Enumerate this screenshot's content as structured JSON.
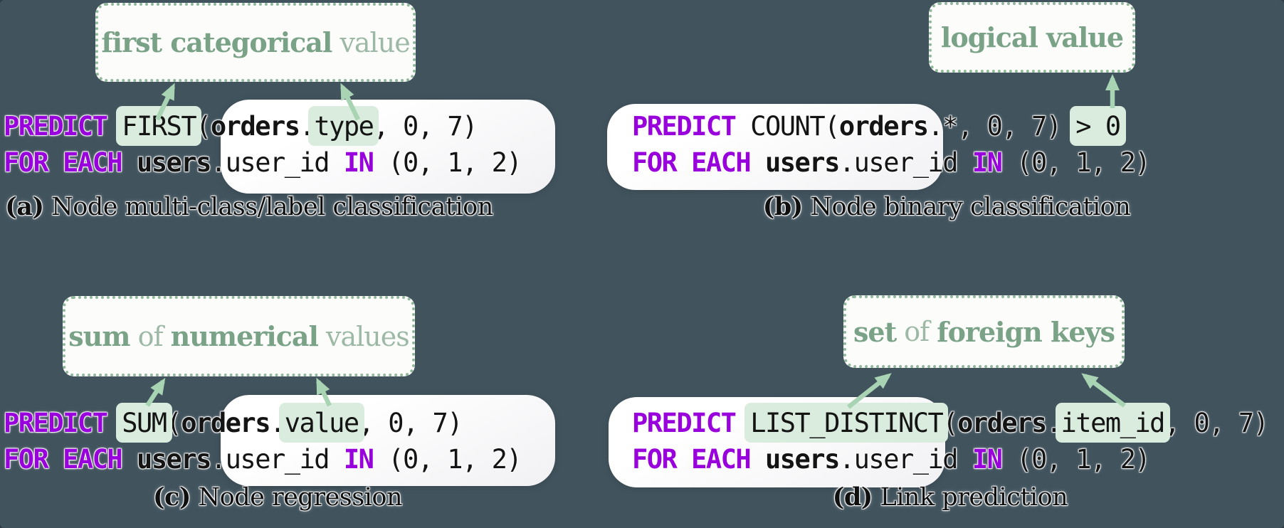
{
  "figure": {
    "description_visible_text_only": true,
    "colors": {
      "background": "#41535d",
      "code_box_white": "#ffffff",
      "keyword_purple": "#9800dc",
      "code_black": "#141414",
      "highlight_mint": "#d9ecdd",
      "arrow_green": "#a8d4b3",
      "label_border_green": "#8fb79a",
      "label_text_bold_green": "#7aa287",
      "label_text_regular_green": "#9db9a6",
      "label_box_fill": "#fcfdfb"
    }
  },
  "panels": {
    "a": {
      "label_parts": [
        {
          "text": "first categorical",
          "weight": "bold"
        },
        {
          "text": " value",
          "weight": "regular"
        }
      ],
      "code": [
        [
          {
            "role": "keyword",
            "text": "PREDICT "
          },
          {
            "role": "aggregator-highlight",
            "text": "FIRST"
          },
          {
            "role": "plain",
            "text": "("
          },
          {
            "role": "table",
            "text": "orders"
          },
          {
            "role": "plain",
            "text": "."
          },
          {
            "role": "column-highlight",
            "text": "type"
          },
          {
            "role": "plain",
            "text": ", 0, 7)"
          }
        ],
        [
          {
            "role": "keyword",
            "text": "FOR EACH "
          },
          {
            "role": "table",
            "text": "users"
          },
          {
            "role": "plain",
            "text": ".user_id "
          },
          {
            "role": "keyword",
            "text": "IN"
          },
          {
            "role": "plain",
            "text": " (0, 1, 2)"
          }
        ]
      ],
      "caption": {
        "tag": "(a)",
        "text": " Node multi-class/label classification"
      }
    },
    "b": {
      "label_parts": [
        {
          "text": "logical value",
          "weight": "bold"
        }
      ],
      "code": [
        [
          {
            "role": "keyword",
            "text": "PREDICT "
          },
          {
            "role": "plain",
            "text": "COUNT("
          },
          {
            "role": "table",
            "text": "orders"
          },
          {
            "role": "plain",
            "text": ".*, 0, 7) "
          },
          {
            "role": "condition-highlight",
            "text": "> 0"
          }
        ],
        [
          {
            "role": "keyword",
            "text": "FOR EACH "
          },
          {
            "role": "table",
            "text": "users"
          },
          {
            "role": "plain",
            "text": ".user_id "
          },
          {
            "role": "keyword",
            "text": "IN"
          },
          {
            "role": "plain",
            "text": " (0, 1, 2)"
          }
        ]
      ],
      "caption": {
        "tag": "(b)",
        "text": " Node binary classification"
      }
    },
    "c": {
      "label_parts": [
        {
          "text": "sum",
          "weight": "bold"
        },
        {
          "text": " of ",
          "weight": "regular"
        },
        {
          "text": "numerical",
          "weight": "bold"
        },
        {
          "text": " values",
          "weight": "regular"
        }
      ],
      "code": [
        [
          {
            "role": "keyword",
            "text": "PREDICT "
          },
          {
            "role": "aggregator-highlight",
            "text": "SUM"
          },
          {
            "role": "plain",
            "text": "("
          },
          {
            "role": "table",
            "text": "orders"
          },
          {
            "role": "plain",
            "text": "."
          },
          {
            "role": "column-highlight",
            "text": "value"
          },
          {
            "role": "plain",
            "text": ", 0, 7)"
          }
        ],
        [
          {
            "role": "keyword",
            "text": "FOR EACH "
          },
          {
            "role": "table",
            "text": "users"
          },
          {
            "role": "plain",
            "text": ".user_id "
          },
          {
            "role": "keyword",
            "text": "IN"
          },
          {
            "role": "plain",
            "text": " (0, 1, 2)"
          }
        ]
      ],
      "caption": {
        "tag": "(c)",
        "text": " Node regression"
      }
    },
    "d": {
      "label_parts": [
        {
          "text": "set",
          "weight": "bold"
        },
        {
          "text": " of ",
          "weight": "regular"
        },
        {
          "text": "foreign keys",
          "weight": "bold"
        }
      ],
      "code": [
        [
          {
            "role": "keyword",
            "text": "PREDICT "
          },
          {
            "role": "aggregator-highlight",
            "text": "LIST_DISTINCT"
          },
          {
            "role": "plain",
            "text": "("
          },
          {
            "role": "table",
            "text": "orders"
          },
          {
            "role": "plain",
            "text": "."
          },
          {
            "role": "column-highlight",
            "text": "item_id"
          },
          {
            "role": "plain",
            "text": ", 0, 7)"
          }
        ],
        [
          {
            "role": "keyword",
            "text": "FOR EACH "
          },
          {
            "role": "table",
            "text": "users"
          },
          {
            "role": "plain",
            "text": ".user_id "
          },
          {
            "role": "keyword",
            "text": "IN"
          },
          {
            "role": "plain",
            "text": " (0, 1, 2)"
          }
        ]
      ],
      "caption": {
        "tag": "(d)",
        "text": " Link prediction"
      }
    }
  }
}
